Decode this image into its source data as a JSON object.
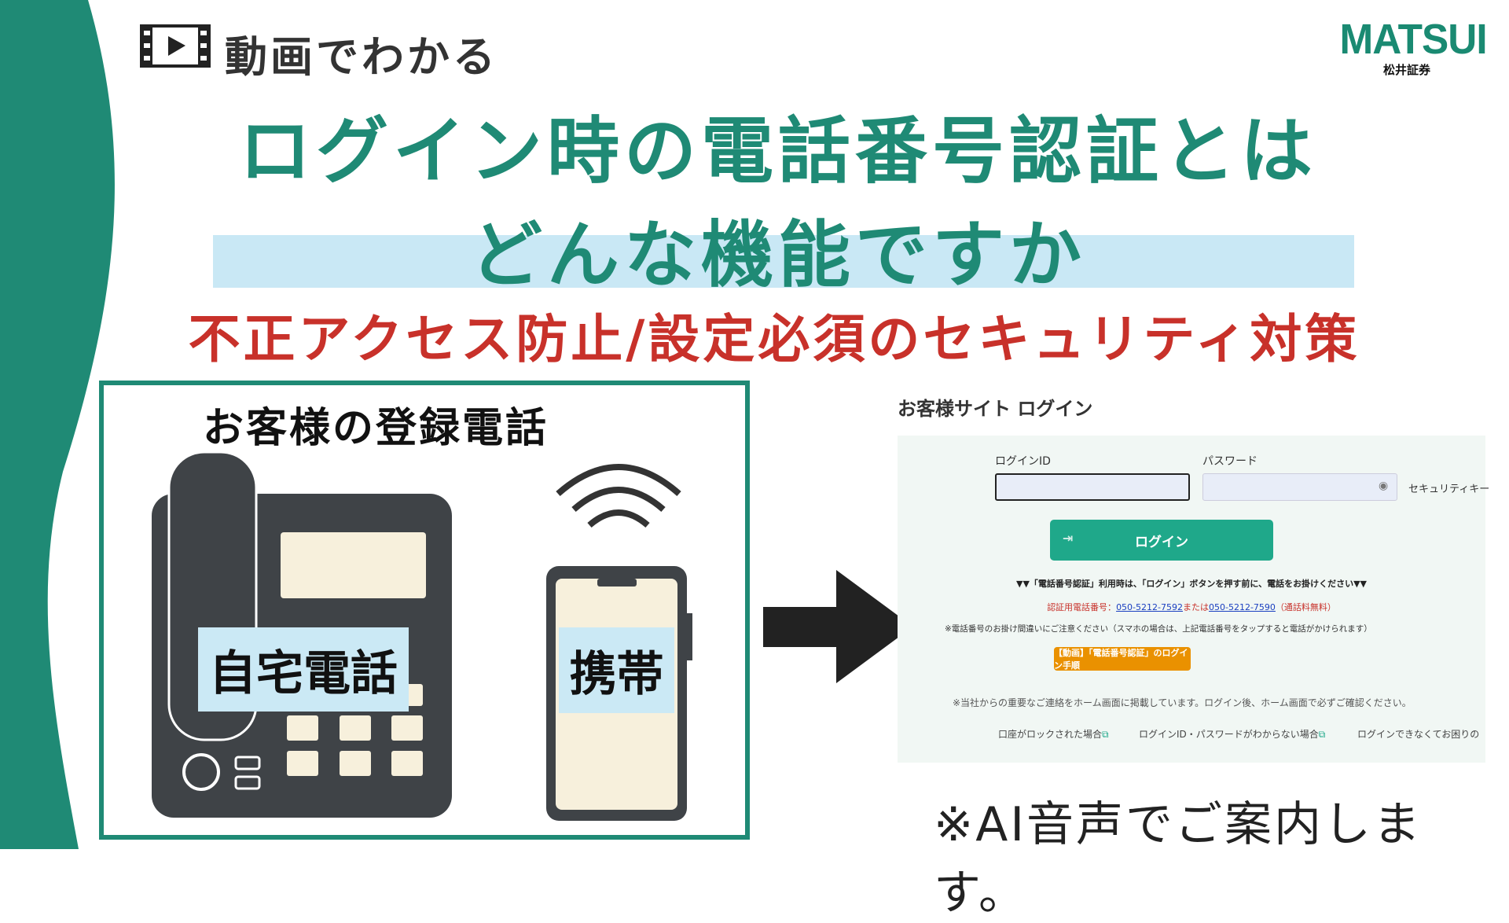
{
  "header": {
    "eyebrow": "動画でわかる",
    "film_icon": "film-play-icon",
    "logo_text": "MATSUI",
    "logo_sub": "松井証券"
  },
  "title": {
    "line1": "ログイン時の電話番号認証とは",
    "line2": "どんな機能ですか"
  },
  "subtitle": "不正アクセス防止/設定必須のセキュリティ対策",
  "illustration": {
    "title": "お客様の登録電話",
    "home_label": "自宅電話",
    "mobile_label": "携帯"
  },
  "login_site": {
    "title": "お客様サイト ログイン",
    "id_label": "ログインID",
    "id_value": "",
    "password_label": "パスワード",
    "password_value": "",
    "security_key_label": "セキュリティキー",
    "login_button": "ログイン",
    "notice1": "▼▼「電話番号認証」利用時は、「ログイン」ボタンを押す前に、電話をお掛けください▼▼",
    "auth_prefix": "認証用電話番号：",
    "phone1": "050-5212-7592",
    "or": "または",
    "phone2": "050-5212-7590",
    "free": "（通話料無料）",
    "notice2": "※電話番号のお掛け間違いにご注意ください（スマホの場合は、上記電話番号をタップすると電話がかけられます）",
    "video_button": "【動画】「電話番号認証」のログイン手順",
    "notice3": "※当社からの重要なご連絡をホーム画面に掲載しています。ログイン後、ホーム画面で必ずご確認ください。",
    "links": [
      "口座がロックされた場合",
      "ログインID・パスワードがわからない場合",
      "ログインできなくてお困りの"
    ]
  },
  "footer_note": "※AI音声でご案内します。",
  "colors": {
    "teal": "#1f8a75",
    "red": "#c8312a",
    "band": "#c9e8f5",
    "login_green": "#1fa88a",
    "orange": "#ea9100"
  }
}
